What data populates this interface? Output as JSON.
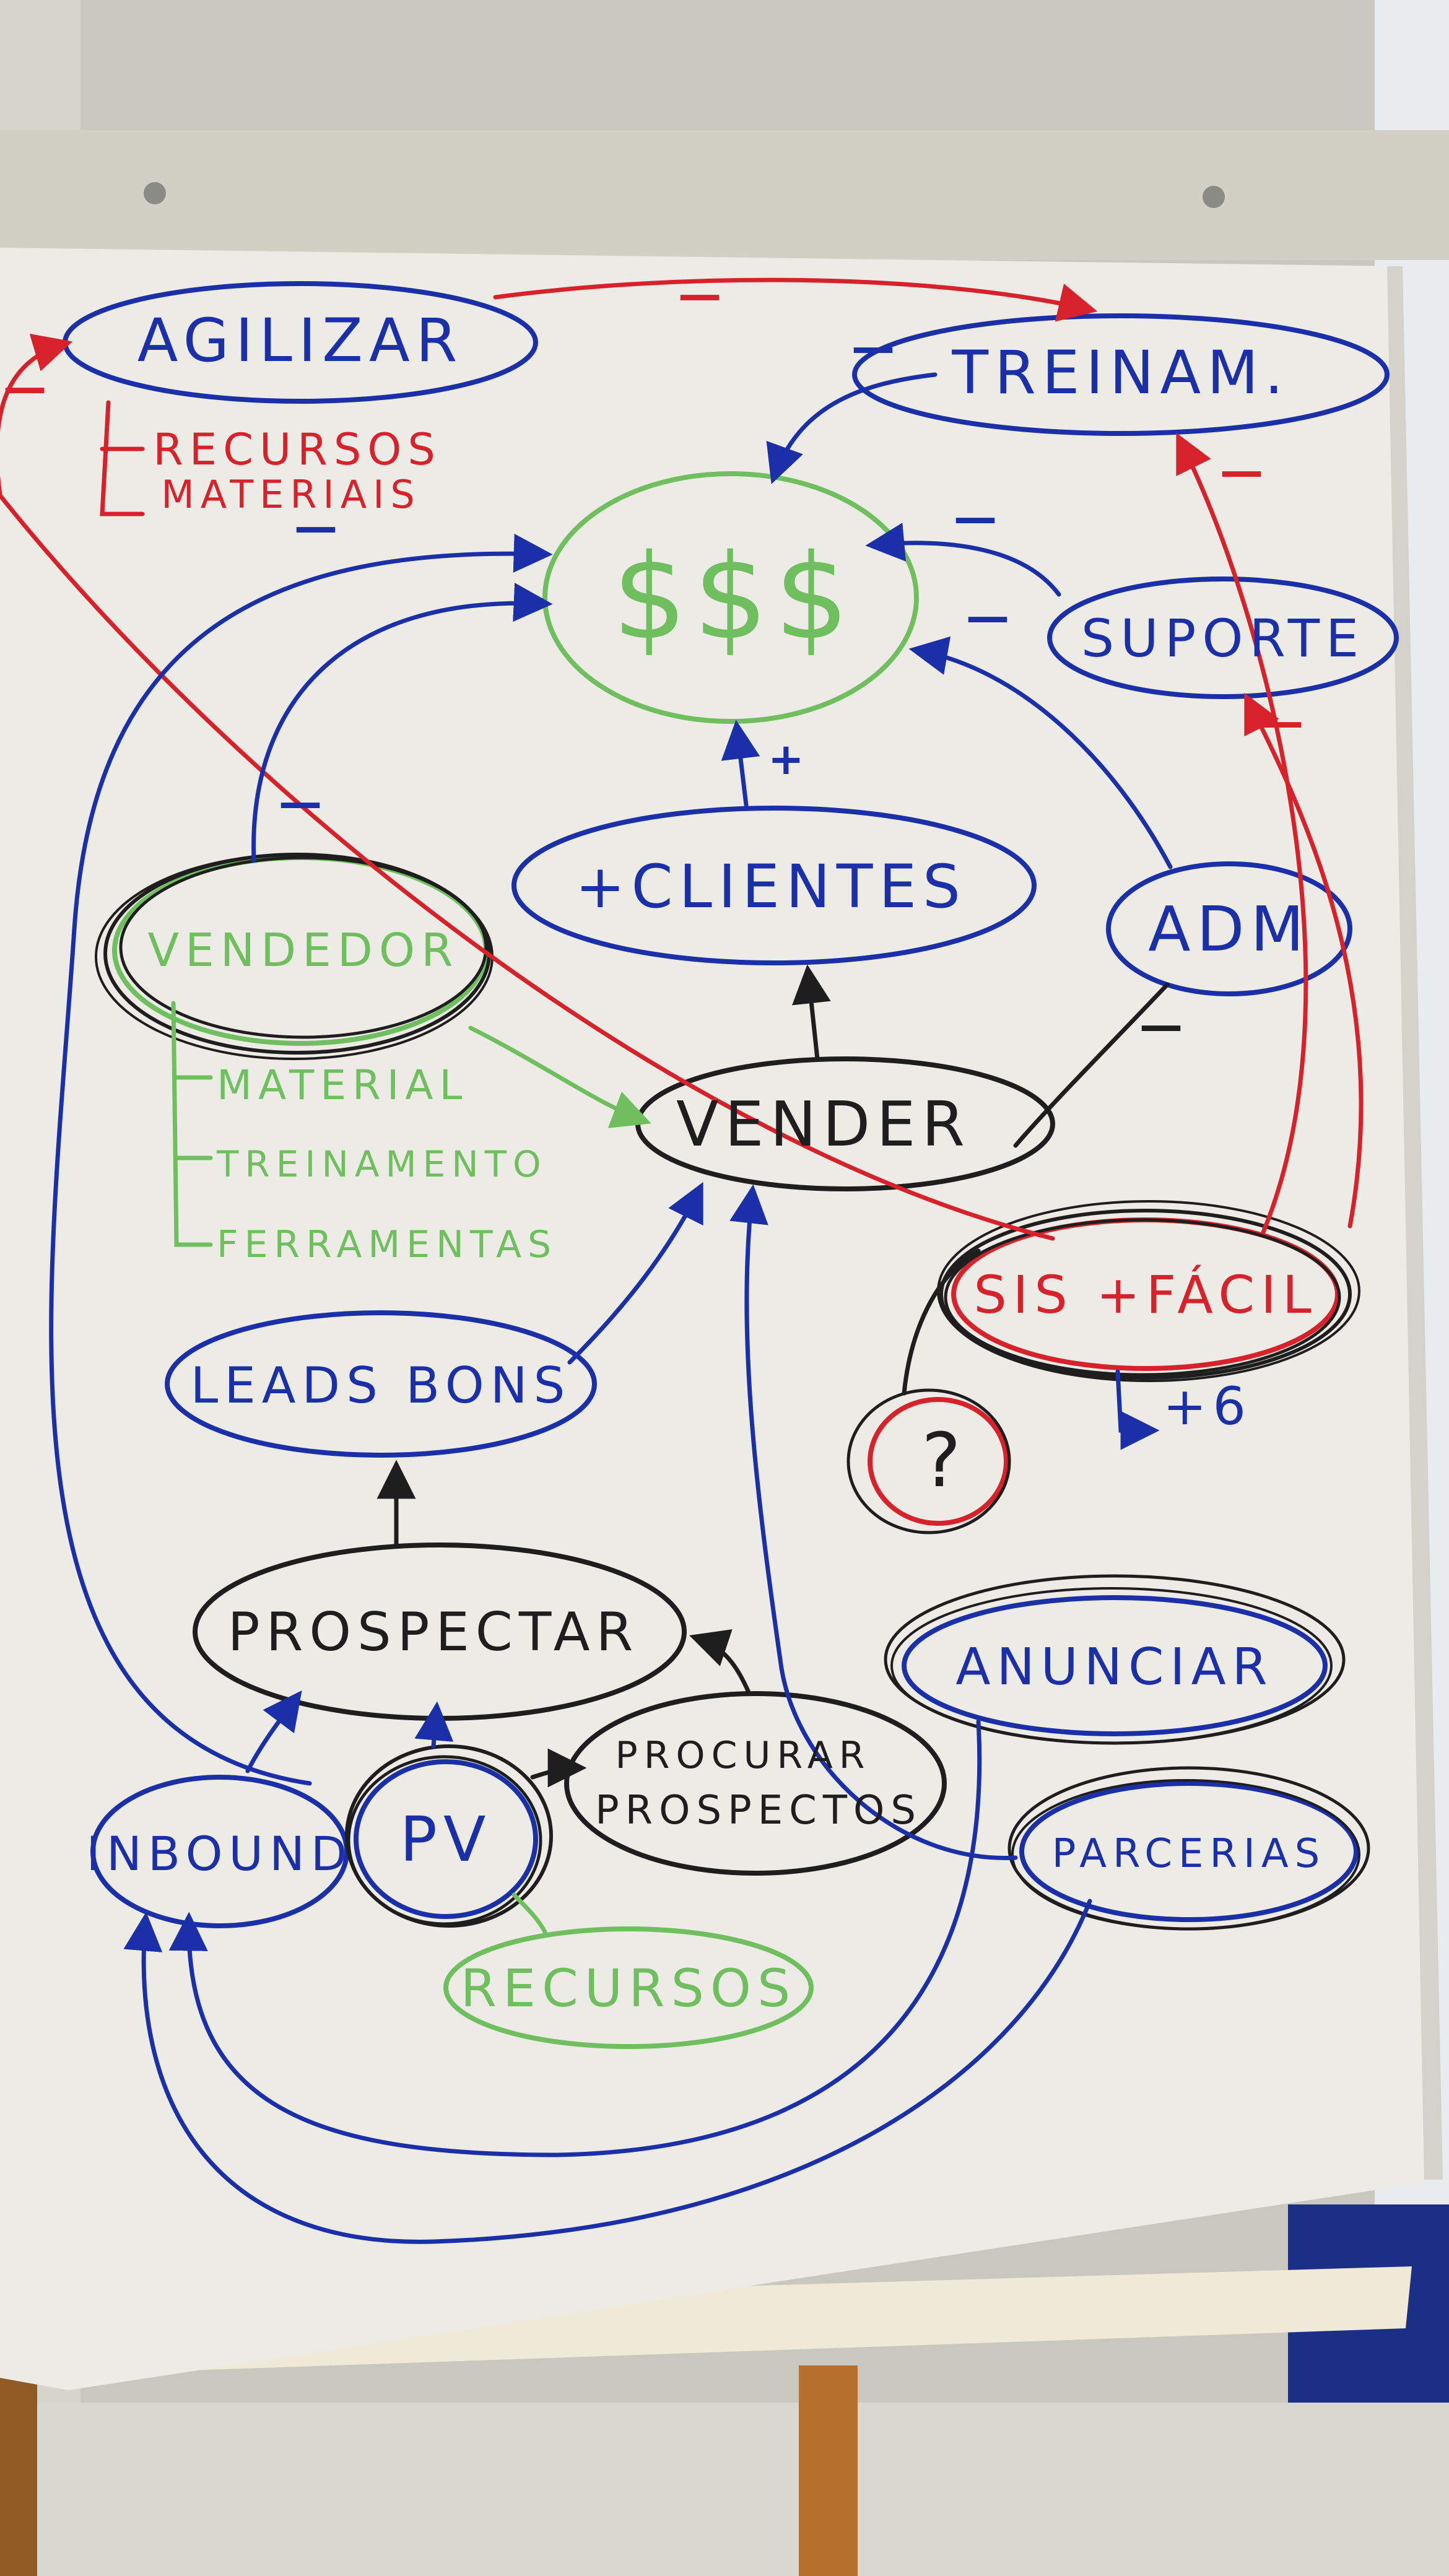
{
  "colors": {
    "blue": "#1a2fa8",
    "red": "#d8222b",
    "green": "#6fbf5f",
    "black": "#1e1e1e",
    "paper": "#ecebe6"
  },
  "nodes": {
    "agilizar": "AGILIZAR",
    "treinam": "TREINAM.",
    "recursos_materiais_1": "RECURSOS",
    "recursos_materiais_2": "MATERIAIS",
    "dinheiro": "$$$",
    "suporte": "SUPORTE",
    "mais_clientes": "+CLIENTES",
    "adm": "ADM",
    "vendedor": "VENDEDOR",
    "material": "MATERIAL",
    "treinamento": "TREINAMENTO",
    "ferramentas": "FERRAMENTAS",
    "vender": "VENDER",
    "sis_facil": "SIS +FÁCIL",
    "mais_6": "+6",
    "interrogacao": "?",
    "leads_bons": "LEADS BONS",
    "prospectar": "PROSPECTAR",
    "anunciar": "ANUNCIAR",
    "inbound": "INBOUND",
    "pv": "PV",
    "procurar_prospectos_1": "PROCURAR",
    "procurar_prospectos_2": "PROSPECTOS",
    "parcerias": "PARCERIAS",
    "recursos": "RECURSOS"
  },
  "signs": {
    "minus": "—",
    "plus": "+"
  }
}
